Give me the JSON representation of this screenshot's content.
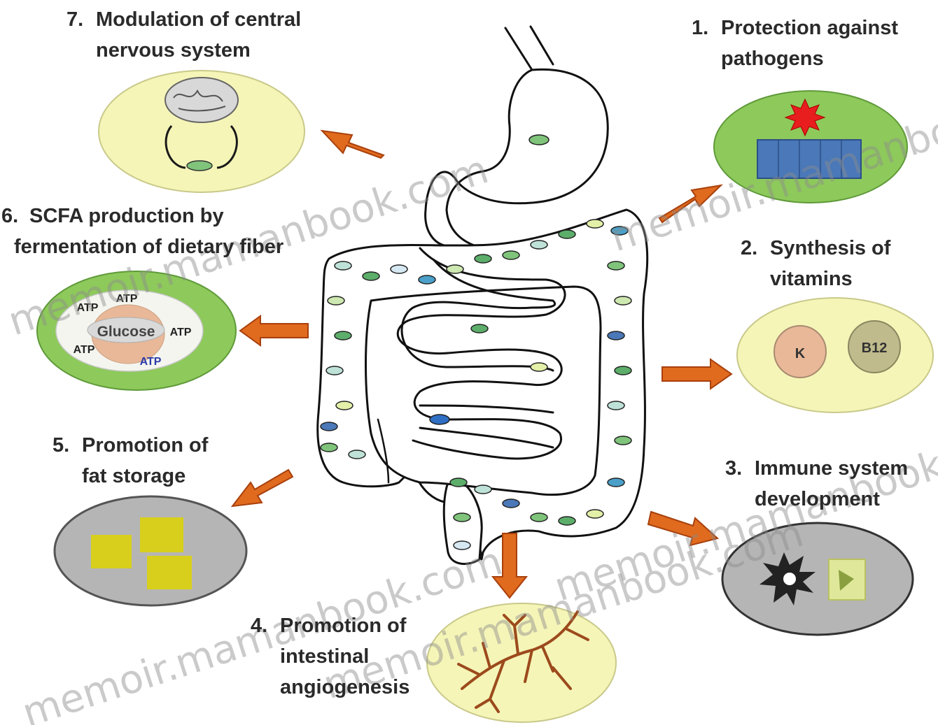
{
  "labels": {
    "l1": {
      "num": "1.",
      "line1": "Protection against",
      "line2": "pathogens"
    },
    "l2": {
      "num": "2.",
      "line1": "Synthesis of",
      "line2": "vitamins"
    },
    "l3": {
      "num": "3.",
      "line1": "Immune system",
      "line2": "development"
    },
    "l4": {
      "num": "4.",
      "line1": "Promotion of",
      "line2": "intestinal",
      "line3": "angiogenesis"
    },
    "l5": {
      "num": "5.",
      "line1": "Promotion of",
      "line2": "fat storage"
    },
    "l6": {
      "num": "6.",
      "line1": "SCFA production by",
      "line2": "fermentation of dietary fiber"
    },
    "l7": {
      "num": "7.",
      "line1": "Modulation of central",
      "line2": "nervous system"
    }
  },
  "scfa_panel": {
    "center": "Glucose",
    "atp": [
      "ATP",
      "ATP",
      "ATP",
      "ATP",
      "ATP"
    ]
  },
  "vitamins_panel": {
    "k": "K",
    "b12": "B12"
  },
  "watermark": "memoir.mamanbook.com",
  "colors": {
    "arrow": "#e06a1e",
    "arrow_stroke": "#a8400c",
    "yellow_panel": "#f5f5b8",
    "green_panel": "#8ec95b",
    "gray_panel": "#b5b5b5",
    "pathogen_star": "#e81d1d",
    "cells_blue": "#4a78b8",
    "fat_yellow": "#d8cf1c",
    "vessel_brown": "#9c4a1c"
  },
  "icons": [
    "brain-icon",
    "pathogen-star-icon",
    "epithelium-icon",
    "vitamin-k-icon",
    "vitamin-b12-icon",
    "immune-cell-icon",
    "fat-cell-icon",
    "blood-vessel-icon",
    "gut-icon"
  ]
}
